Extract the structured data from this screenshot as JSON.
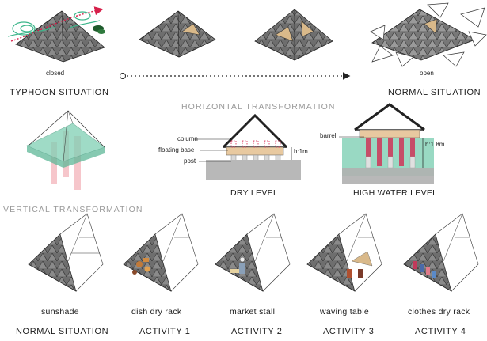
{
  "top": {
    "closed_label": "closed",
    "open_label": "open",
    "typhoon_label": "TYPHOON SITUATION",
    "normal_label": "NORMAL SITUATION"
  },
  "middle": {
    "horizontal_title": "HORIZONTAL TRANSFORMATION",
    "vertical_title": "VERTICAL TRANSFORMATION",
    "annotations": {
      "column": "column",
      "floating_base": "floating base",
      "post": "post",
      "barrel": "barrel",
      "h_dry": "h:1m",
      "h_high": "h:1.8m"
    },
    "dry_level": "DRY LEVEL",
    "high_water_level": "HIGH WATER LEVEL"
  },
  "bottom": {
    "items": [
      {
        "use": "sunshade",
        "situation": "NORMAL SITUATION"
      },
      {
        "use": "dish dry rack",
        "situation": "ACTIVITY 1"
      },
      {
        "use": "market stall",
        "situation": "ACTIVITY 2"
      },
      {
        "use": "waving table",
        "situation": "ACTIVITY 3"
      },
      {
        "use": "clothes dry rack",
        "situation": "ACTIVITY 4"
      }
    ]
  },
  "colors": {
    "accent_red": "#d6204a",
    "water_green": "#7fd0b4",
    "post_red": "#f0a0a8",
    "panel_gray": "#6f6f6f",
    "panel_tan": "#d9b98a"
  }
}
